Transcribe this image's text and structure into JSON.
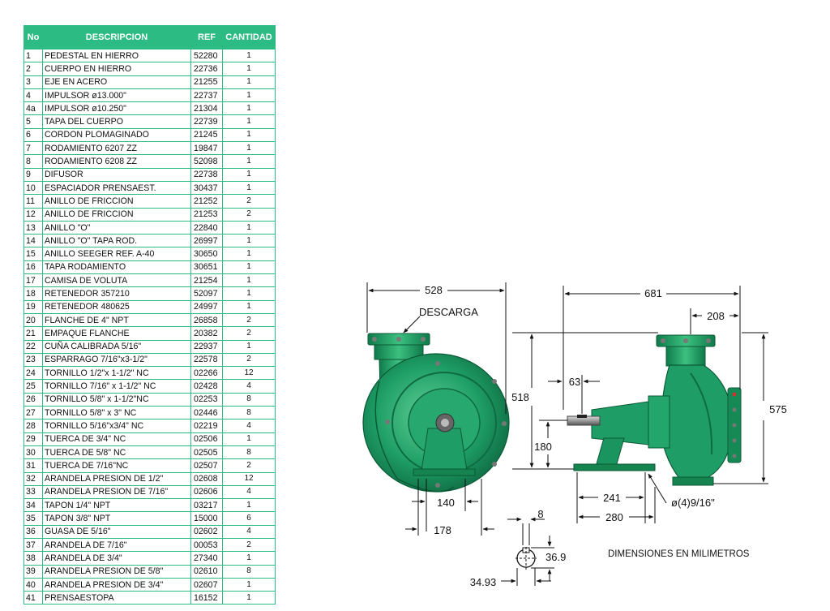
{
  "table": {
    "headers": {
      "no": "No",
      "description": "DESCRIPCION",
      "ref": "REF",
      "qty": "CANTIDAD"
    },
    "rows": [
      {
        "no": "1",
        "description": "PEDESTAL EN HIERRO",
        "ref": "52280",
        "qty": "1"
      },
      {
        "no": "2",
        "description": "CUERPO EN HIERRO",
        "ref": "22736",
        "qty": "1"
      },
      {
        "no": "3",
        "description": "EJE EN ACERO",
        "ref": "21255",
        "qty": "1"
      },
      {
        "no": "4",
        "description": "IMPULSOR  ø13.000\"",
        "ref": "22737",
        "qty": "1"
      },
      {
        "no": "4a",
        "description": "IMPULSOR  ø10.250\"",
        "ref": "21304",
        "qty": "1"
      },
      {
        "no": "5",
        "description": "TAPA DEL CUERPO",
        "ref": "22739",
        "qty": "1"
      },
      {
        "no": "6",
        "description": "CORDON PLOMAGINADO",
        "ref": "21245",
        "qty": "1"
      },
      {
        "no": "7",
        "description": "RODAMIENTO 6207 ZZ",
        "ref": "19847",
        "qty": "1"
      },
      {
        "no": "8",
        "description": "RODAMIENTO 6208 ZZ",
        "ref": "52098",
        "qty": "1"
      },
      {
        "no": "9",
        "description": "DIFUSOR",
        "ref": "22738",
        "qty": "1"
      },
      {
        "no": "10",
        "description": "ESPACIADOR PRENSAEST.",
        "ref": "30437",
        "qty": "1"
      },
      {
        "no": "11",
        "description": "ANILLO DE FRICCION",
        "ref": "21252",
        "qty": "2"
      },
      {
        "no": "12",
        "description": "ANILLO DE FRICCION",
        "ref": "21253",
        "qty": "2"
      },
      {
        "no": "13",
        "description": "ANILLO \"O\"",
        "ref": "22840",
        "qty": "1"
      },
      {
        "no": "14",
        "description": "ANILLO \"O\" TAPA ROD.",
        "ref": "26997",
        "qty": "1"
      },
      {
        "no": "15",
        "description": "ANILLO SEEGER REF. A-40",
        "ref": "30650",
        "qty": "1"
      },
      {
        "no": "16",
        "description": "TAPA RODAMIENTO",
        "ref": "30651",
        "qty": "1"
      },
      {
        "no": "17",
        "description": "CAMISA DE VOLUTA",
        "ref": "21254",
        "qty": "1"
      },
      {
        "no": "18",
        "description": "RETENEDOR  357210",
        "ref": "52097",
        "qty": "1"
      },
      {
        "no": "19",
        "description": "RETENEDOR  480625",
        "ref": "24997",
        "qty": "1"
      },
      {
        "no": "20",
        "description": "FLANCHE DE 4\" NPT",
        "ref": "26858",
        "qty": "2"
      },
      {
        "no": "21",
        "description": "EMPAQUE FLANCHE",
        "ref": "20382",
        "qty": "2"
      },
      {
        "no": "22",
        "description": "CUÑA CALIBRADA 5/16\"",
        "ref": "22937",
        "qty": "1"
      },
      {
        "no": "23",
        "description": "ESPARRAGO 7/16\"x3-1/2\"",
        "ref": "22578",
        "qty": "2"
      },
      {
        "no": "24",
        "description": "TORNILLO 1/2\"x 1-1/2\" NC",
        "ref": "02266",
        "qty": "12"
      },
      {
        "no": "25",
        "description": "TORNILLO 7/16\" x 1-1/2\" NC",
        "ref": "02428",
        "qty": "4"
      },
      {
        "no": "26",
        "description": "TORNILLO 5/8\" x 1-1/2\"NC",
        "ref": "02253",
        "qty": "8"
      },
      {
        "no": "27",
        "description": "TORNILLO 5/8\" x 3\" NC",
        "ref": "02446",
        "qty": "8"
      },
      {
        "no": "28",
        "description": "TORNILLO 5/16\"x3/4\" NC",
        "ref": "02219",
        "qty": "4"
      },
      {
        "no": "29",
        "description": "TUERCA DE 3/4\"  NC",
        "ref": "02506",
        "qty": "1"
      },
      {
        "no": "30",
        "description": "TUERCA DE 5/8\"  NC",
        "ref": "02505",
        "qty": "8"
      },
      {
        "no": "31",
        "description": "TUERCA DE 7/16\"NC",
        "ref": "02507",
        "qty": "2"
      },
      {
        "no": "32",
        "description": "ARANDELA PRESION DE 1/2\"",
        "ref": "02608",
        "qty": "12"
      },
      {
        "no": "33",
        "description": "ARANDELA PRESION DE 7/16\"",
        "ref": "02606",
        "qty": "4"
      },
      {
        "no": "34",
        "description": "TAPON 1/4\" NPT",
        "ref": "03217",
        "qty": "1"
      },
      {
        "no": "35",
        "description": "TAPON 3/8\" NPT",
        "ref": "15000",
        "qty": "6"
      },
      {
        "no": "36",
        "description": "GUASA DE 5/16\"",
        "ref": "02602",
        "qty": "4"
      },
      {
        "no": "37",
        "description": "ARANDELA DE 7/16\"",
        "ref": "00053",
        "qty": "2"
      },
      {
        "no": "38",
        "description": "ARANDELA DE 3/4\"",
        "ref": "27340",
        "qty": "1"
      },
      {
        "no": "39",
        "description": "ARANDELA PRESION DE 5/8\"",
        "ref": "02610",
        "qty": "8"
      },
      {
        "no": "40",
        "description": "ARANDELA PRESION DE 3/4\"",
        "ref": "02607",
        "qty": "1"
      },
      {
        "no": "41",
        "description": "PRENSAESTOPA",
        "ref": "16152",
        "qty": "1"
      }
    ]
  },
  "drawing": {
    "discharge_label": "DESCARGA",
    "units_note": "DIMENSIONES EN MILIMETROS",
    "dims": {
      "d528": "528",
      "d681": "681",
      "d208": "208",
      "d63": "63",
      "d518": "518",
      "d575": "575",
      "d180": "180",
      "d241": "241",
      "d280": "280",
      "d140": "140",
      "d178": "178",
      "hole": "ø(4)9/16\"",
      "d8": "8",
      "d36_9": "36.9",
      "d34_93": "34.93"
    }
  },
  "colors": {
    "table_border": "#2dbb84",
    "header_bg": "#2dbb84",
    "pump_green": "#1e9e66"
  }
}
